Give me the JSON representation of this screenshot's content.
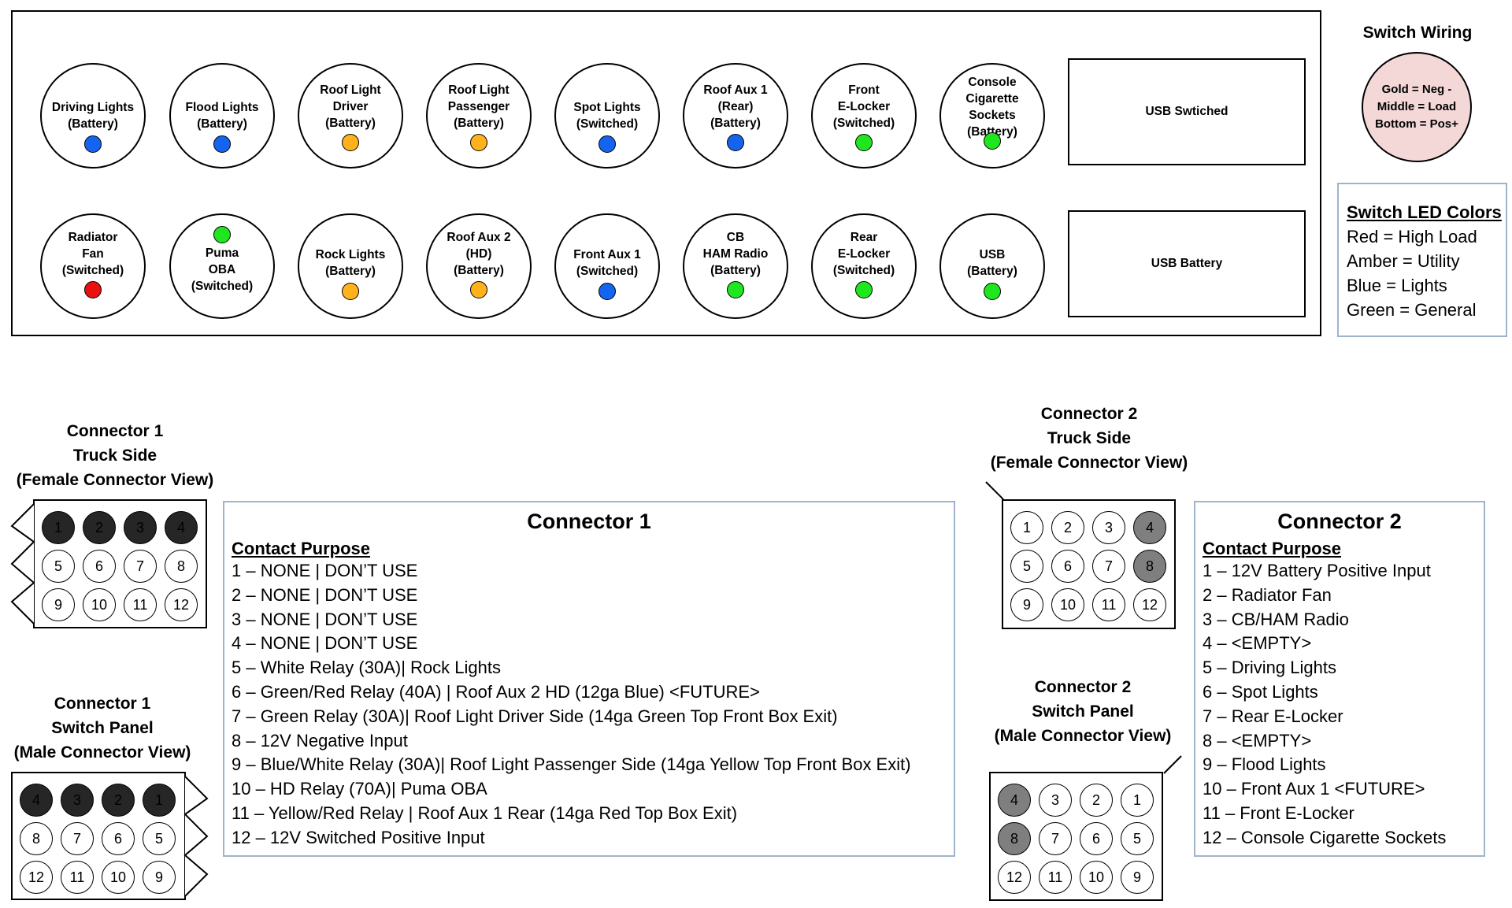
{
  "switch_panel": {
    "top_row": [
      {
        "label": "Driving Lights\n(Battery)",
        "led": "#1464f0"
      },
      {
        "label": "Flood Lights\n(Battery)",
        "led": "#1464f0"
      },
      {
        "label": "Roof Light\nDriver\n(Battery)",
        "led": "#ffb21c"
      },
      {
        "label": "Roof Light\nPassenger\n(Battery)",
        "led": "#ffb21c"
      },
      {
        "label": "Spot Lights\n(Switched)",
        "led": "#1464f0"
      },
      {
        "label": "Roof Aux 1\n(Rear)\n(Battery)",
        "led": "#1464f0"
      },
      {
        "label": "Front\nE-Locker\n(Switched)",
        "led": "#1fe61f"
      },
      {
        "label": "Console\nCigarette\nSockets\n(Battery)",
        "led": "#1fe61f"
      }
    ],
    "bottom_row": [
      {
        "label": "Radiator\nFan\n(Switched)",
        "led": "#e81010"
      },
      {
        "label": "Puma\nOBA\n(Switched)",
        "led": "#1fe61f"
      },
      {
        "label": "Rock Lights\n(Battery)",
        "led": "#ffb21c"
      },
      {
        "label": "Roof Aux 2\n(HD)\n(Battery)",
        "led": "#ffb21c"
      },
      {
        "label": "Front Aux 1\n(Switched)",
        "led": "#1464f0"
      },
      {
        "label": "CB\nHAM Radio\n(Battery)",
        "led": "#1fe61f"
      },
      {
        "label": "Rear\nE-Locker\n(Switched)",
        "led": "#1fe61f"
      },
      {
        "label": "USB\n(Battery)",
        "led": "#1fe61f"
      }
    ],
    "usb_switched": "USB Swtiched",
    "usb_battery": "USB Battery"
  },
  "switch_wiring": {
    "title": "Switch Wiring",
    "text": "Gold = Neg -\nMiddle = Load\nBottom = Pos+"
  },
  "led_colors": {
    "title": "Switch LED Colors",
    "items": [
      "Red = High Load",
      "Amber = Utility",
      "Blue = Lights",
      "Green = General"
    ]
  },
  "connector1": {
    "truck_title": "Connector 1\nTruck Side\n(Female Connector View)",
    "panel_title": "Connector 1\nSwitch Panel\n(Male Connector View)",
    "truck_pins": [
      "1",
      "2",
      "3",
      "4",
      "5",
      "6",
      "7",
      "8",
      "9",
      "10",
      "11",
      "12"
    ],
    "panel_pins": [
      "4",
      "3",
      "2",
      "1",
      "8",
      "7",
      "6",
      "5",
      "12",
      "11",
      "10",
      "9"
    ],
    "info_title": "Connector 1",
    "info_header": "Contact Purpose",
    "contacts": [
      "1 – NONE | DON’T USE",
      "2 – NONE | DON’T USE",
      "3 – NONE | DON’T USE",
      "4 – NONE | DON’T USE",
      "5 – White Relay (30A)| Rock Lights",
      "6 – Green/Red Relay (40A) | Roof Aux 2 HD (12ga Blue) <FUTURE>",
      "7 – Green Relay (30A)| Roof Light Driver Side (14ga Green Top Front Box Exit)",
      "8 – 12V Negative Input",
      "9 – Blue/White Relay (30A)| Roof Light Passenger Side (14ga Yellow Top Front Box Exit)",
      "10 – HD Relay (70A)| Puma OBA",
      "11 – Yellow/Red Relay | Roof Aux 1 Rear (14ga Red Top Box Exit)",
      "12 – 12V Switched Positive Input"
    ]
  },
  "connector2": {
    "truck_title": "Connector 2\nTruck Side\n(Female Connector View)",
    "panel_title": "Connector 2\nSwitch Panel\n(Male Connector View)",
    "truck_pins": [
      "1",
      "2",
      "3",
      "4",
      "5",
      "6",
      "7",
      "8",
      "9",
      "10",
      "11",
      "12"
    ],
    "panel_pins": [
      "4",
      "3",
      "2",
      "1",
      "8",
      "7",
      "6",
      "5",
      "12",
      "11",
      "10",
      "9"
    ],
    "info_title": "Connector 2",
    "info_header": "Contact Purpose",
    "contacts": [
      "1 – 12V Battery Positive Input",
      "2 – Radiator Fan",
      "3 – CB/HAM Radio",
      "4 – <EMPTY>",
      "5 – Driving Lights",
      "6 – Spot Lights",
      "7 – Rear E-Locker",
      "8 – <EMPTY>",
      "9 – Flood Lights",
      "10 – Front Aux 1 <FUTURE>",
      "11 – Front E-Locker",
      "12 – Console Cigarette Sockets"
    ]
  }
}
